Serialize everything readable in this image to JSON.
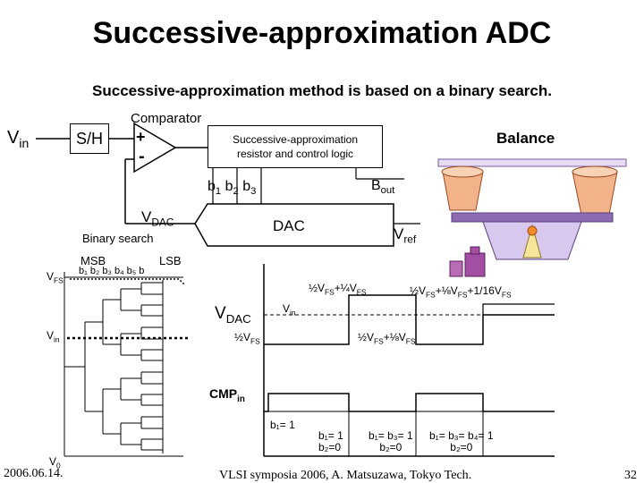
{
  "title": "Successive-approximation ADC",
  "subtitle": "Successive-approximation method is based on a binary search.",
  "block_diagram": {
    "vin_label": "V",
    "vin_sub": "in",
    "sh_label": "S/H",
    "comparator_label": "Comparator",
    "comparator_plus": "+",
    "comparator_minus": "-",
    "sar_line1": "Successive-approximation",
    "sar_line2": "resistor and control logic",
    "bits_label": "b",
    "bit1": "1",
    "bit2": "2",
    "bit3": "3",
    "bout_label": "B",
    "bout_sub": "out",
    "dac_label": "DAC",
    "vdac_label": "V",
    "vdac_sub": "DAC",
    "vref_label": "V",
    "vref_sub": "ref",
    "balance_label": "Balance"
  },
  "binary_search": {
    "title": "Binary search",
    "msb": "MSB",
    "lsb": "LSB",
    "bit_row": "b₁ b₂ b₃ b₄ b₅ b",
    "vfs_label": "V",
    "vfs_sub": "FS",
    "vin_label": "V",
    "vin_sub": "in",
    "v0_label": "V",
    "v0_sub": "0"
  },
  "waveform": {
    "vdac_label": "V",
    "vdac_sub": "DAC",
    "vin_label": "V",
    "vin_sub": "in",
    "level_half": "½V",
    "level_half_sub": "FS",
    "level_3_4": "½V",
    "level_3_4_mid": "+¼V",
    "level_3_4_sub": "FS",
    "level_5_8": "½V",
    "level_5_8_mid": "+⅛V",
    "level_5_8_sub": "FS",
    "level_11_16": "½V",
    "level_11_16_mid": "+⅛V",
    "level_11_16_end": "+1/16V",
    "level_11_16_sub": "FS",
    "cmp_label": "CMP",
    "cmp_sub": "in",
    "step1": "b₁= 1",
    "step2a": "b₁= 1",
    "step2b": "b₂=0",
    "step3a": "b₁= b₃= 1",
    "step3b": "b₂=0",
    "step4a": "b₁= b₃= b₄= 1",
    "step4b": "b₂=0"
  },
  "footer": {
    "date": "2006.06.14.",
    "citation": "VLSI symposia 2006, A. Matsuzawa, Tokyo Tech.",
    "page": "32"
  },
  "colors": {
    "bucket": "#f2b38a",
    "bucket_dark": "#c96a3a",
    "stand": "#8c6bb1",
    "weight": "#a34fa3",
    "stand_light": "#d9c8ee"
  }
}
